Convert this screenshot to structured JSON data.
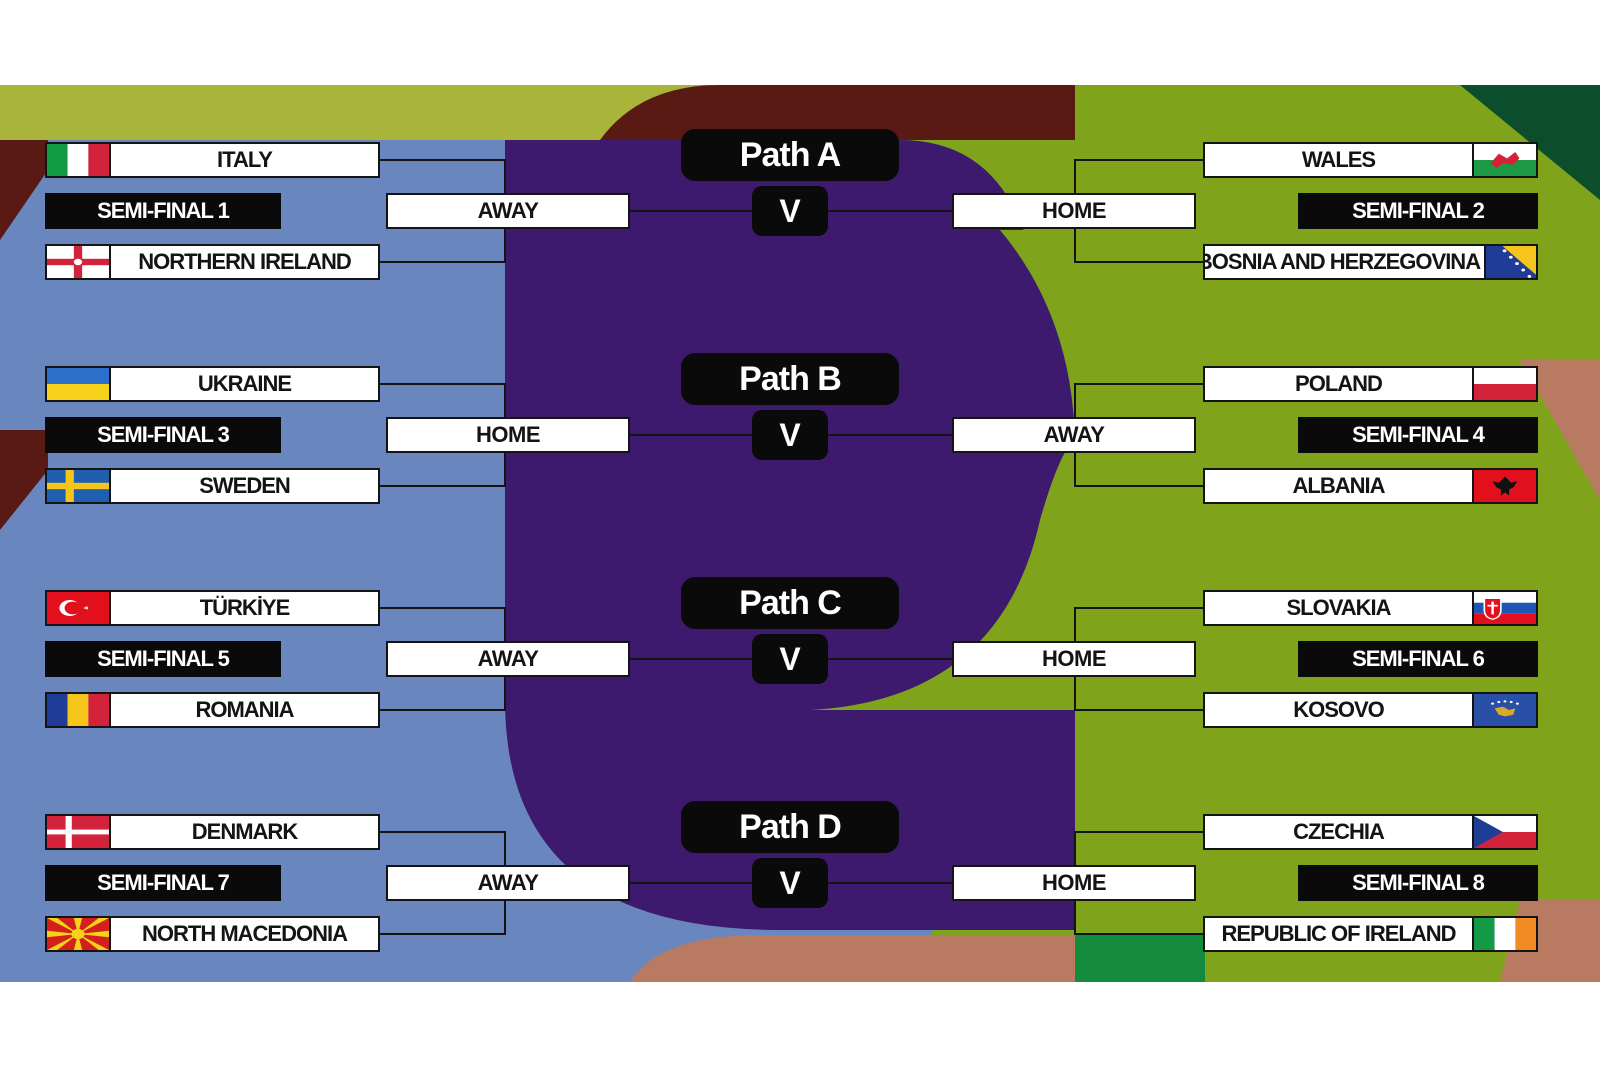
{
  "colors": {
    "blue": "#6a86be",
    "purple": "#3d1a6e",
    "green": "#7fa41c",
    "olive": "#a9b53a",
    "maroon": "#5a1a14",
    "terracotta": "#b97a62",
    "darkgreen": "#0c4d2c",
    "brightgreen": "#148a3c"
  },
  "paths": [
    {
      "label": "Path A",
      "vs": "V",
      "left": {
        "team1": "ITALY",
        "semi": "SEMI-FINAL 1",
        "team2": "NORTHERN IRELAND",
        "venue": "AWAY",
        "flag1": "italy-flag-icon",
        "flag2": "northern-ireland-flag-icon"
      },
      "right": {
        "team1": "WALES",
        "semi": "SEMI-FINAL 2",
        "team2": "BOSNIA AND HERZEGOVINA",
        "venue": "HOME",
        "flag1": "wales-flag-icon",
        "flag2": "bosnia-flag-icon"
      }
    },
    {
      "label": "Path B",
      "vs": "V",
      "left": {
        "team1": "UKRAINE",
        "semi": "SEMI-FINAL 3",
        "team2": "SWEDEN",
        "venue": "HOME",
        "flag1": "ukraine-flag-icon",
        "flag2": "sweden-flag-icon"
      },
      "right": {
        "team1": "POLAND",
        "semi": "SEMI-FINAL 4",
        "team2": "ALBANIA",
        "venue": "AWAY",
        "flag1": "poland-flag-icon",
        "flag2": "albania-flag-icon"
      }
    },
    {
      "label": "Path C",
      "vs": "V",
      "left": {
        "team1": "TÜRKİYE",
        "semi": "SEMI-FINAL 5",
        "team2": "ROMANIA",
        "venue": "AWAY",
        "flag1": "turkiye-flag-icon",
        "flag2": "romania-flag-icon"
      },
      "right": {
        "team1": "SLOVAKIA",
        "semi": "SEMI-FINAL 6",
        "team2": "KOSOVO",
        "venue": "HOME",
        "flag1": "slovakia-flag-icon",
        "flag2": "kosovo-flag-icon"
      }
    },
    {
      "label": "Path D",
      "vs": "V",
      "left": {
        "team1": "DENMARK",
        "semi": "SEMI-FINAL 7",
        "team2": "NORTH MACEDONIA",
        "venue": "AWAY",
        "flag1": "denmark-flag-icon",
        "flag2": "north-macedonia-flag-icon"
      },
      "right": {
        "team1": "CZECHIA",
        "semi": "SEMI-FINAL 8",
        "team2": "REPUBLIC OF IRELAND",
        "venue": "HOME",
        "flag1": "czechia-flag-icon",
        "flag2": "ireland-flag-icon"
      }
    }
  ]
}
